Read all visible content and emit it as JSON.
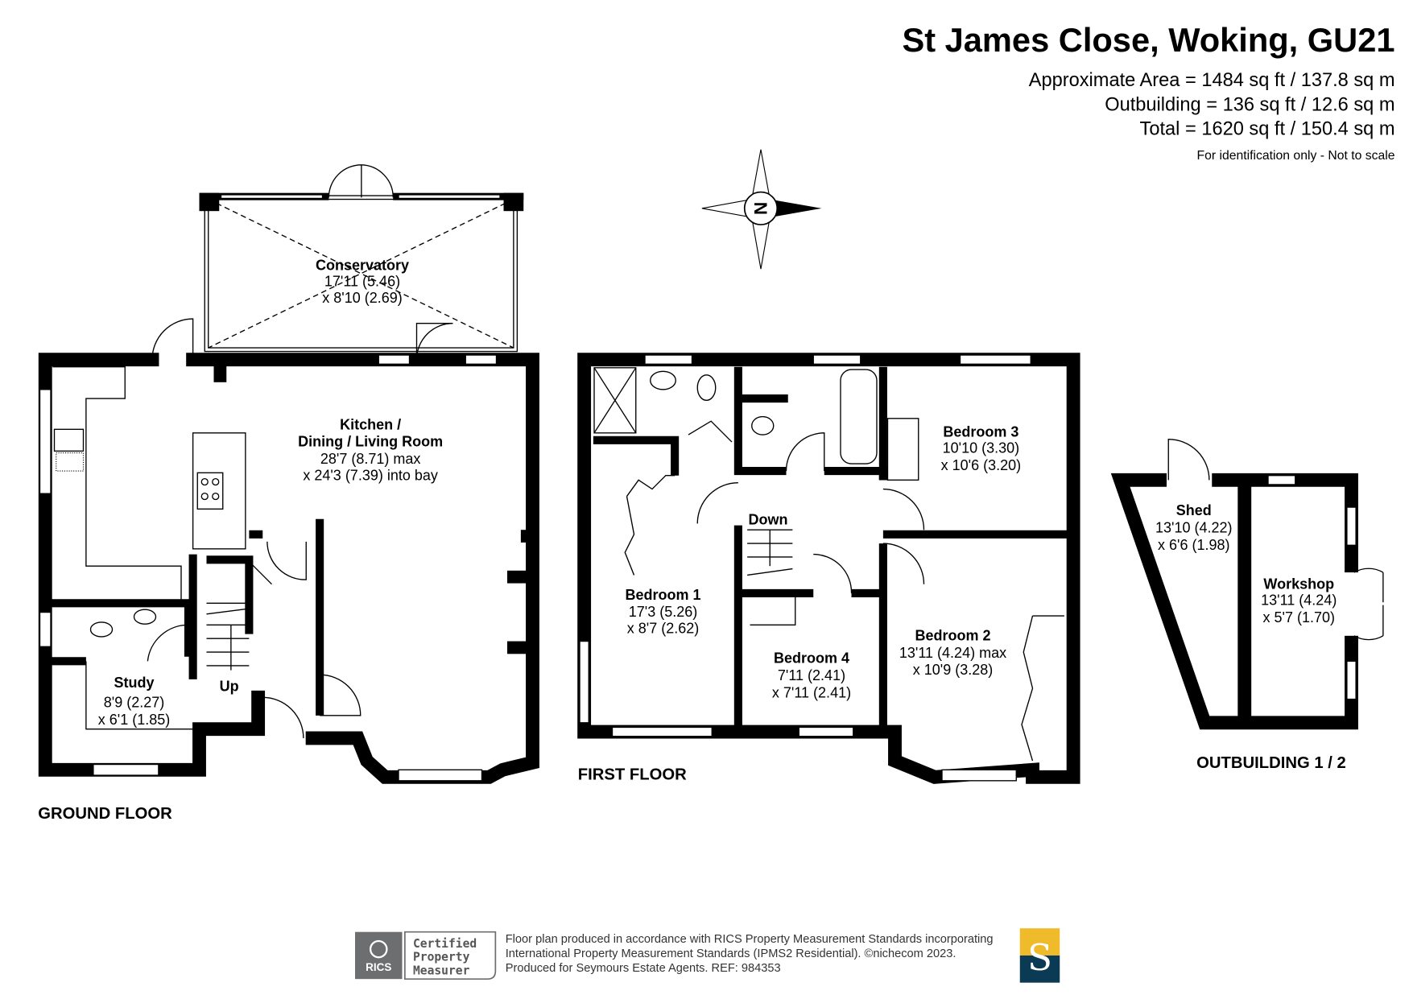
{
  "header": {
    "title": "St James Close, Woking, GU21",
    "approx_area": "Approximate Area = 1484 sq ft / 137.8 sq m",
    "outbuilding_area": "Outbuilding = 136 sq ft / 12.6 sq m",
    "total_area": "Total = 1620 sq ft / 150.4 sq m",
    "disclaimer": "For identification only - Not to scale"
  },
  "compass": {
    "letter": "N",
    "icon": "compass-rose-icon"
  },
  "ground_floor": {
    "label": "GROUND FLOOR",
    "rooms": [
      {
        "name": "Conservatory",
        "dim1": "17'11 (5.46)",
        "dim2": "x 8'10 (2.69)"
      },
      {
        "name": "Kitchen /",
        "name2": "Dining / Living Room",
        "dim1": "28'7 (8.71) max",
        "dim2": "x 24'3 (7.39) into bay"
      },
      {
        "name": "Study",
        "dim1": "8'9 (2.27)",
        "dim2": "x 6'1 (1.85)"
      }
    ],
    "stairs": "Up"
  },
  "first_floor": {
    "label": "FIRST FLOOR",
    "rooms": [
      {
        "name": "Bedroom 1",
        "dim1": "17'3 (5.26)",
        "dim2": "x 8'7 (2.62)"
      },
      {
        "name": "Bedroom 2",
        "dim1": "13'11 (4.24) max",
        "dim2": "x 10'9 (3.28)"
      },
      {
        "name": "Bedroom 3",
        "dim1": "10'10 (3.30)",
        "dim2": "x 10'6 (3.20)"
      },
      {
        "name": "Bedroom 4",
        "dim1": "7'11 (2.41)",
        "dim2": "x 7'11 (2.41)"
      }
    ],
    "stairs": "Down"
  },
  "outbuilding": {
    "label": "OUTBUILDING 1 / 2",
    "rooms": [
      {
        "name": "Shed",
        "dim1": "13'10 (4.22)",
        "dim2": "x 6'6 (1.98)"
      },
      {
        "name": "Workshop",
        "dim1": "13'11 (4.24)",
        "dim2": "x 5'7 (1.70)"
      }
    ]
  },
  "footer": {
    "badge_brand": "RICS",
    "badge_line1": "Certified",
    "badge_line2": "Property",
    "badge_line3": "Measurer",
    "line1": "Floor plan produced in accordance with RICS Property Measurement Standards incorporating",
    "line2": "International Property Measurement Standards (IPMS2 Residential).   ©nichecom 2023.",
    "line3": "Produced for Seymours Estate Agents.   REF:  984353",
    "agent_logo_letter": "S",
    "colors": {
      "logo_top": "#f0bb2b",
      "logo_bottom": "#0b3a55",
      "rics_grey": "#6d6e70"
    }
  }
}
